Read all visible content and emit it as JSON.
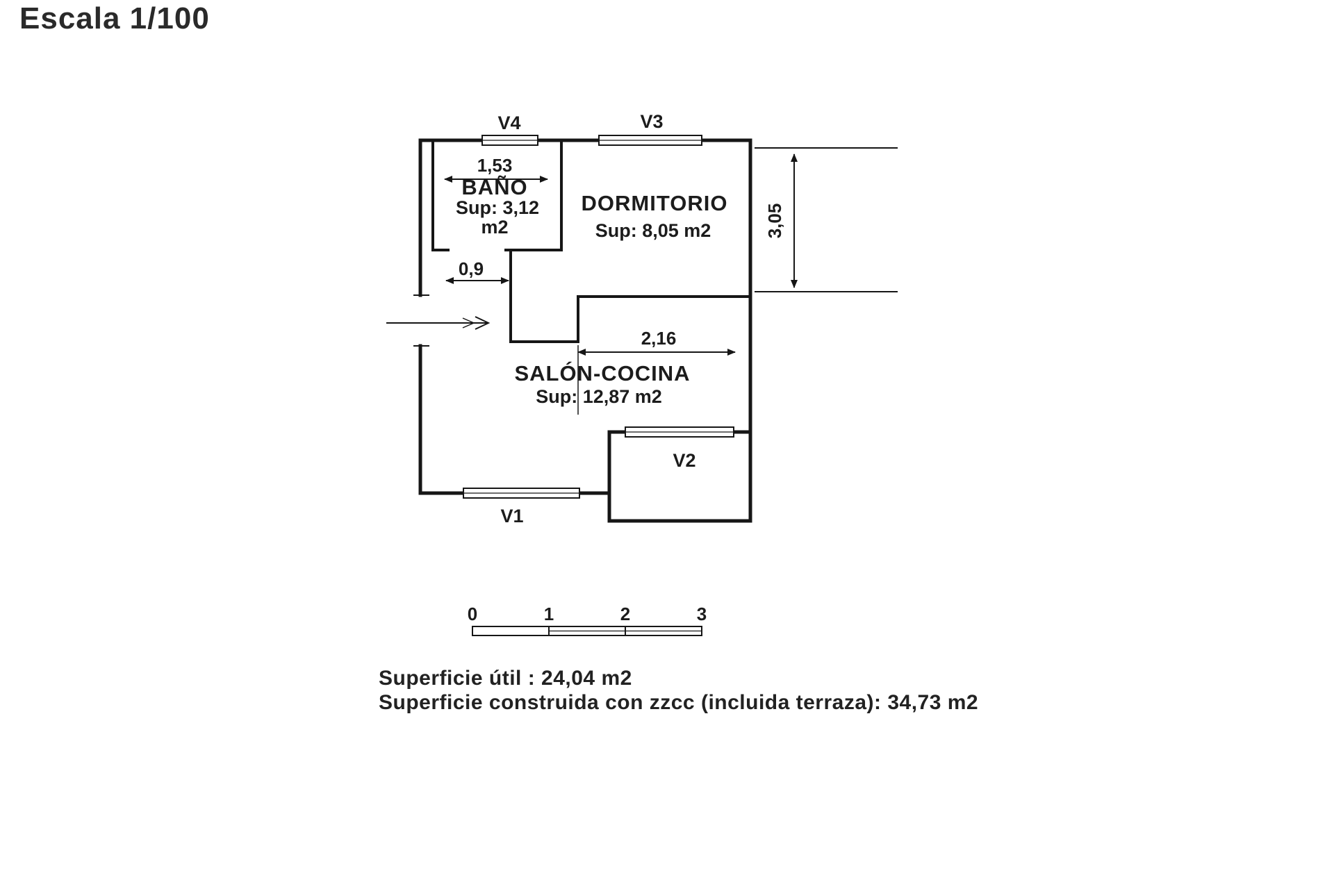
{
  "header": {
    "title": "Escala 1/100"
  },
  "plan": {
    "rooms": {
      "bano": {
        "name": "BAÑO",
        "sup1": "Sup: 3,12",
        "sup2": "m2"
      },
      "dormitorio": {
        "name": "DORMITORIO",
        "sup": "Sup: 8,05 m2"
      },
      "salon": {
        "name": "SALÓN-COCINA",
        "sup": "Sup: 12,87 m2"
      }
    },
    "windows": {
      "v1": "V1",
      "v2": "V2",
      "v3": "V3",
      "v4": "V4"
    },
    "dimensions": {
      "bano_width": "1,53",
      "door_width": "0,9",
      "salon_width": "2,16",
      "right_height": "3,05"
    }
  },
  "scalebar": {
    "ticks": [
      "0",
      "1",
      "2",
      "3"
    ]
  },
  "footer": {
    "line1": "Superficie útil : 24,04 m2",
    "line2": "Superficie construida con zzcc (incluida terraza): 34,73 m2"
  },
  "colors": {
    "line": "#161616",
    "background": "#ffffff"
  }
}
